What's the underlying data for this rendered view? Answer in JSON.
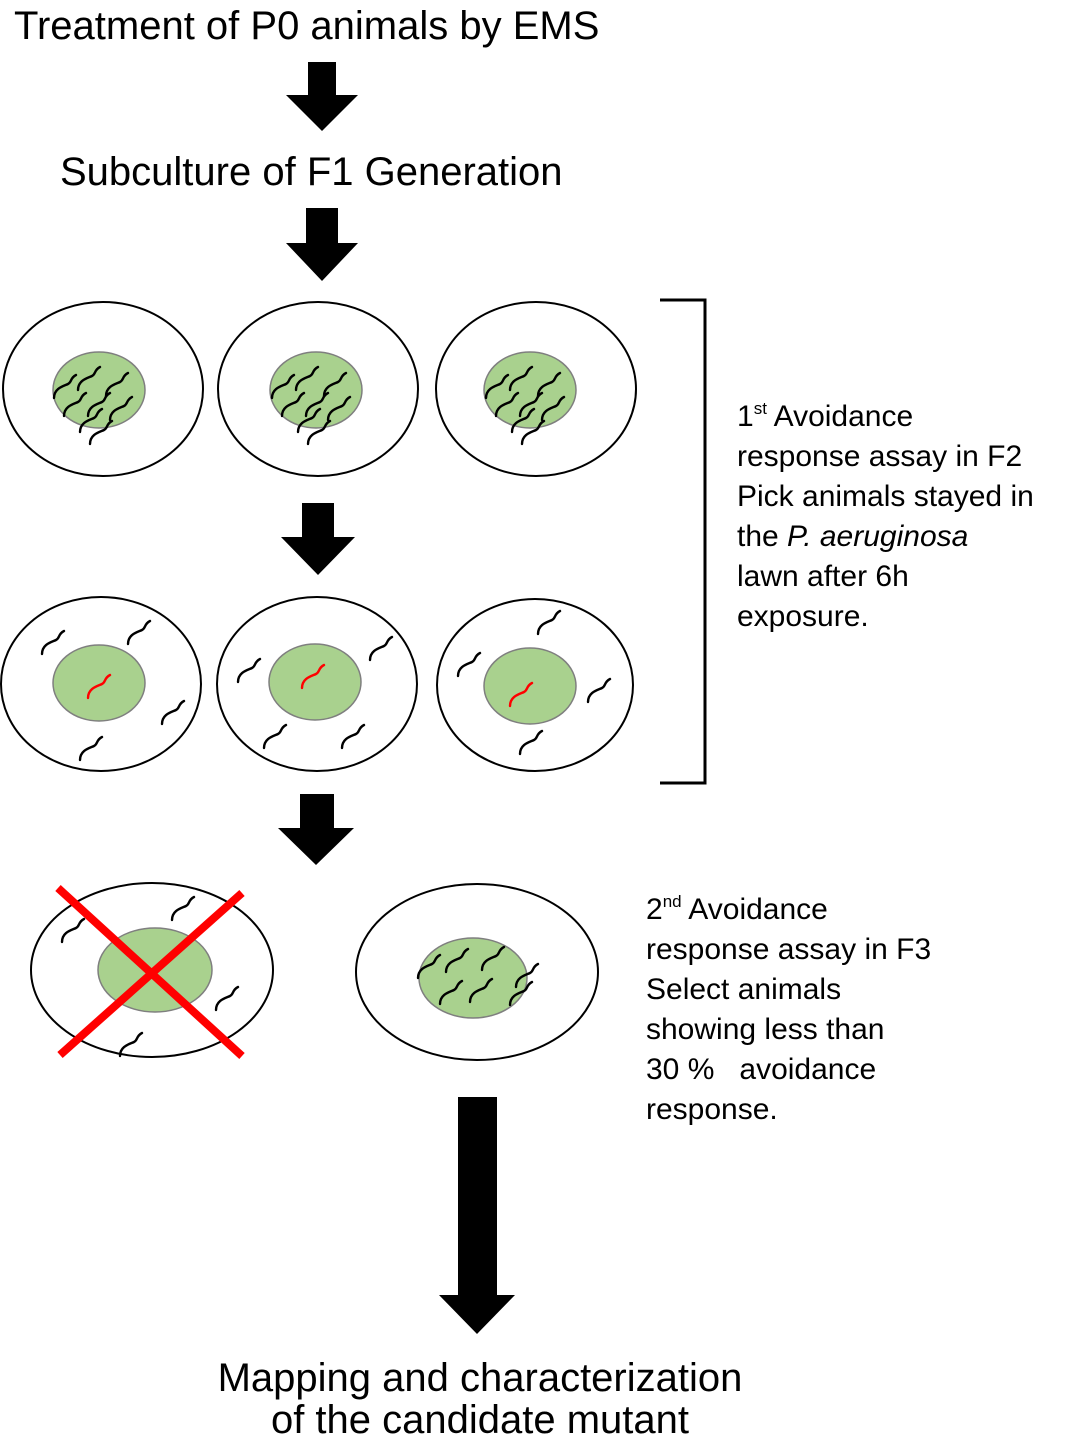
{
  "steps": {
    "step1": "Treatment of P0 animals by EMS",
    "step2": "Subculture of F1 Generation"
  },
  "assay1": {
    "ordinal_num": "1",
    "ordinal_sup": "st",
    "title_rest": " Avoidance",
    "line2": "response assay in F2",
    "line3": "Pick animals stayed in",
    "line4_pre": "the ",
    "line4_species": "P. aeruginosa",
    "line5": "lawn after 6h",
    "line6": "exposure."
  },
  "assay2": {
    "ordinal_num": "2",
    "ordinal_sup": "nd",
    "title_rest": " Avoidance",
    "line2": "response assay in F3",
    "line3": "Select animals",
    "line4": "showing less than",
    "line5": "30 %   avoidance",
    "line6": "response."
  },
  "final": {
    "line1": "Mapping and characterization",
    "line2": "of the candidate mutant"
  },
  "colors": {
    "lawn": "#a9d18e",
    "lawn_edge": "#7f7f7f",
    "worm": "#000000",
    "selected_worm": "#ff0000",
    "reject_cross": "#ff0000",
    "arrow": "#000000"
  }
}
